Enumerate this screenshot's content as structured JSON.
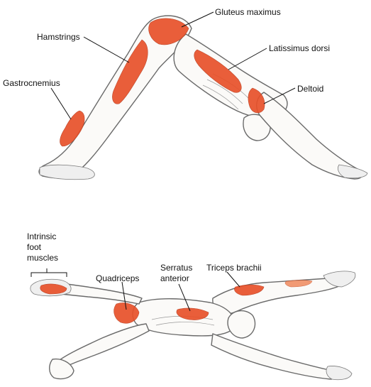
{
  "labels": {
    "gluteus_maximus": "Gluteus maximus",
    "hamstrings": "Hamstrings",
    "latissimus_dorsi": "Latissimus dorsi",
    "gastrocnemius": "Gastrocnemius",
    "deltoid": "Deltoid",
    "intrinsic_foot_muscles": [
      "Intrinsic",
      "foot",
      "muscles"
    ],
    "quadriceps": "Quadriceps",
    "serratus_anterior": [
      "Serratus",
      "anterior"
    ],
    "triceps_brachii": "Triceps brachii"
  },
  "colors": {
    "muscle": "#e8512a",
    "outline": "#6a6a6a",
    "label_text": "#111111",
    "background": "#ffffff"
  }
}
